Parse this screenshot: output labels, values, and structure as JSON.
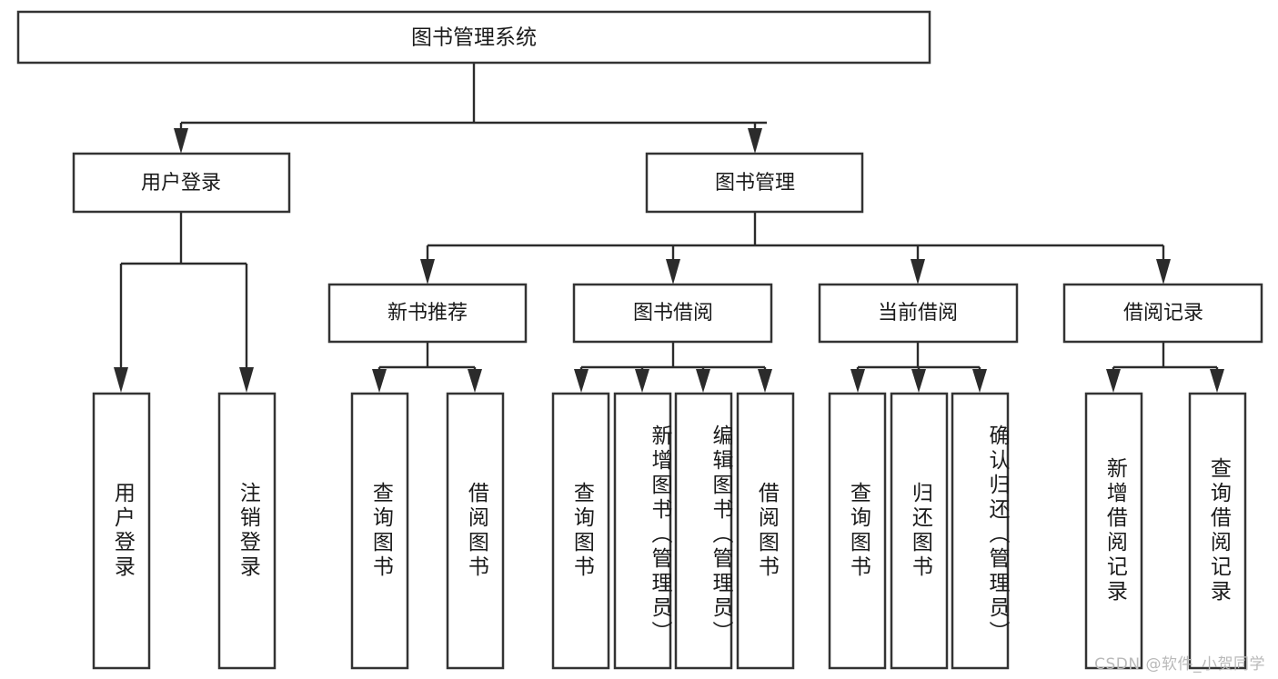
{
  "diagram": {
    "title": "图书管理系统",
    "type": "tree",
    "orientation": "top-down",
    "colors": {
      "box_stroke": "#333333",
      "box_fill": "#ffffff",
      "connector": "#2b2b2b",
      "text": "#1a1a1a",
      "watermark": "#b9b9b9",
      "background": "#ffffff"
    },
    "levels": {
      "root": {
        "label": "图书管理系统"
      },
      "level2": [
        {
          "label": "用户登录"
        },
        {
          "label": "图书管理"
        }
      ],
      "level3": [
        {
          "label": "新书推荐"
        },
        {
          "label": "图书借阅"
        },
        {
          "label": "当前借阅"
        },
        {
          "label": "借阅记录"
        }
      ],
      "leaves": {
        "user_login": [
          {
            "label": "用户登录"
          },
          {
            "label": "注销登录"
          }
        ],
        "new_book_recommend": [
          {
            "label": "查询图书"
          },
          {
            "label": "借阅图书"
          }
        ],
        "book_borrow": [
          {
            "label": "查询图书"
          },
          {
            "label": "新增图书（管理员）"
          },
          {
            "label": "编辑图书（管理员）"
          },
          {
            "label": "借阅图书"
          }
        ],
        "current_borrow": [
          {
            "label": "查询图书"
          },
          {
            "label": "归还图书"
          },
          {
            "label": "确认归还（管理员）"
          }
        ],
        "borrow_record": [
          {
            "label": "新增借阅记录"
          },
          {
            "label": "查询借阅记录"
          }
        ]
      }
    },
    "watermark": "CSDN @软件_小贺同学"
  }
}
